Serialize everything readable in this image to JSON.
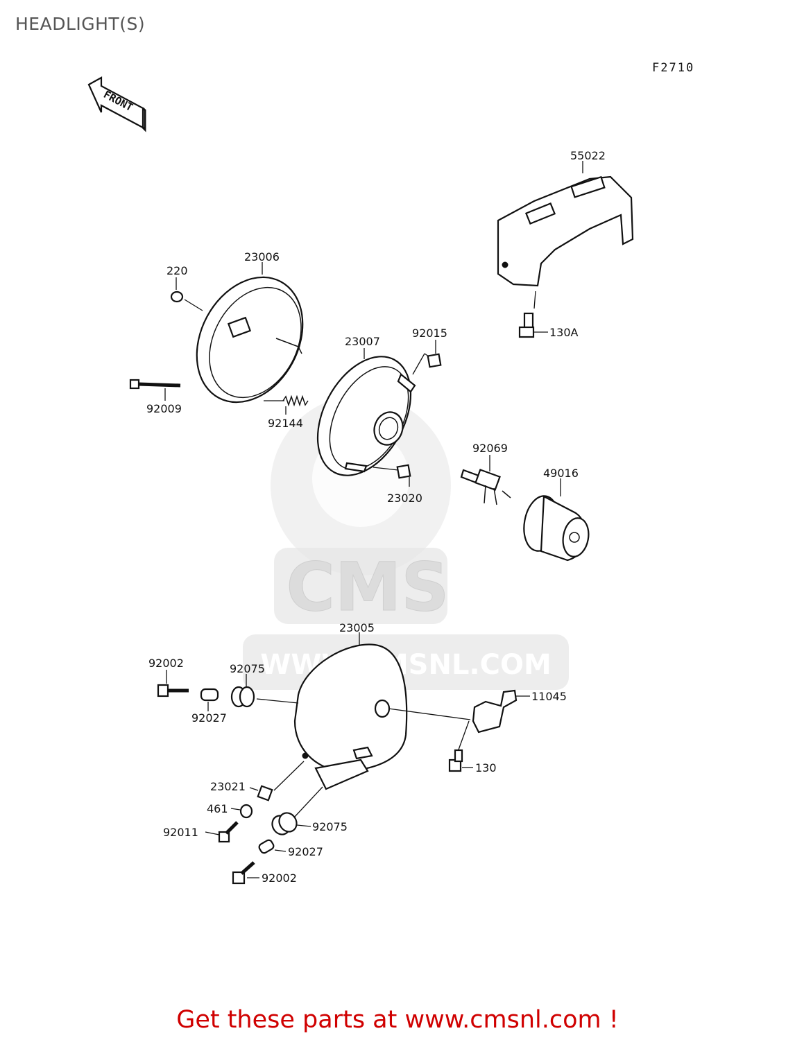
{
  "title": "HEADLIGHT(S)",
  "figure_code": "F2710",
  "front_arrow_label": "FRONT",
  "watermark": {
    "brand": "CMS",
    "url": "WWW.CMSNL.COM"
  },
  "parts": [
    {
      "id": "55022"
    },
    {
      "id": "130A"
    },
    {
      "id": "220"
    },
    {
      "id": "23006"
    },
    {
      "id": "92009"
    },
    {
      "id": "92144"
    },
    {
      "id": "23007"
    },
    {
      "id": "92015"
    },
    {
      "id": "23020"
    },
    {
      "id": "92069"
    },
    {
      "id": "49016"
    },
    {
      "id": "23005"
    },
    {
      "id": "92002"
    },
    {
      "id": "92075"
    },
    {
      "id": "92027"
    },
    {
      "id": "11045"
    },
    {
      "id": "130"
    },
    {
      "id": "23021"
    },
    {
      "id": "461"
    },
    {
      "id": "92011"
    },
    {
      "id": "92075"
    },
    {
      "id": "92027"
    },
    {
      "id": "92002"
    }
  ],
  "footer": "Get these parts at www.cmsnl.com !",
  "colors": {
    "footer": "#d00000",
    "watermark": "#e6e6e6"
  }
}
